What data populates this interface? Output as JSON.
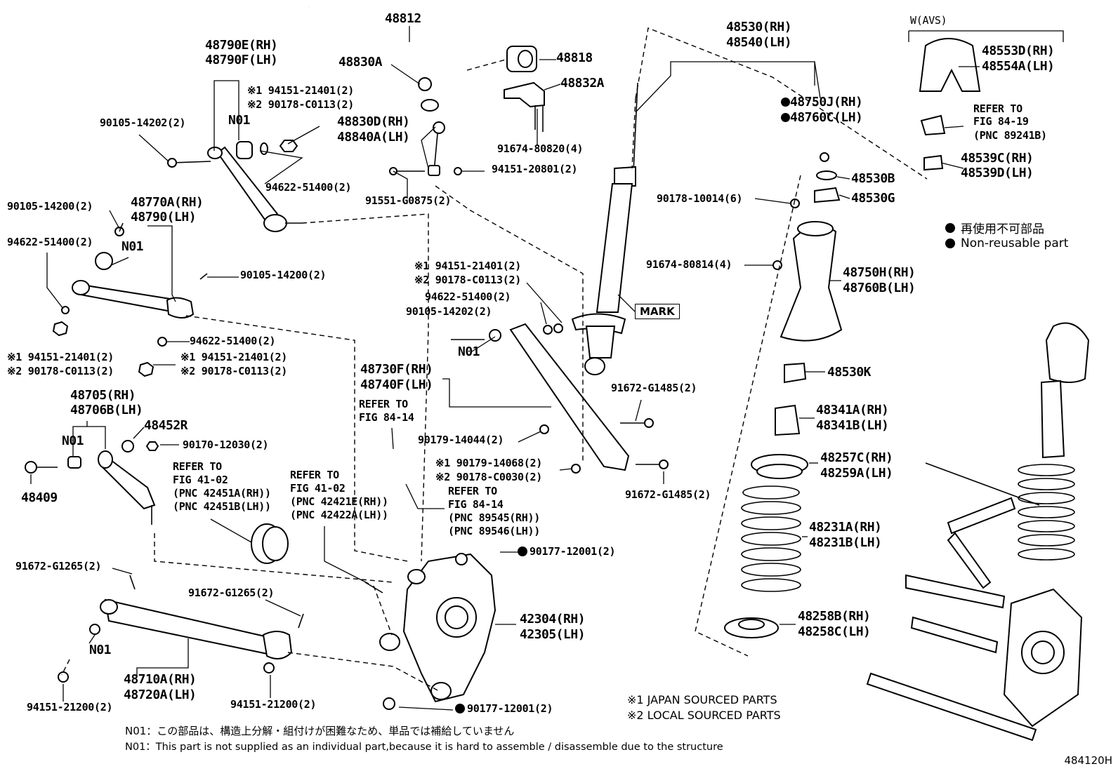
{
  "figure_id": "484120H",
  "legend": {
    "ja": "再使用不可部品",
    "en": "Non-reusable part"
  },
  "avs_label": "W(AVS)",
  "mark_label": "MARK",
  "sourcing_notes": {
    "japan": "※1 JAPAN SOURCED PARTS",
    "local": "※2 LOCAL SOURCED PARTS"
  },
  "footnotes": {
    "ja": "N01：この部品は、構造上分解・組付けが困難なため、単品では補給していません",
    "en": "N01：This part is not supplied as an individual part,because it is hard to assemble / disassemble due to the structure"
  },
  "labels": {
    "p48812": "48812",
    "p48790E": "48790E(RH)",
    "p48790F": "48790F(LH)",
    "p48830A": "48830A",
    "p48818": "48818",
    "p48832A": "48832A",
    "p48530RH": "48530(RH)",
    "p48540LH": "48540(LH)",
    "pWavs1": "48553D(RH)",
    "pWavs2": "48554A(LH)",
    "s1_94151_21401_a": "※1 94151-21401(2)",
    "s2_90178_C0113_a": "※2 90178-C0113(2)",
    "n01_a": "N01",
    "p90105_14202_a": "90105-14202(2)",
    "p48830D": "48830D(RH)",
    "p48840A": "48840A(LH)",
    "p48750J": "48750J(RH)",
    "p48760C": "48760C(LH)",
    "refer_84_19_a": "REFER TO",
    "refer_84_19_b": "FIG 84-19",
    "refer_84_19_c": "(PNC 89241B)",
    "p91674_80820": "91674-80820(4)",
    "p48539C": "48539C(RH)",
    "p48539D": "48539D(LH)",
    "p94622_51400_a": "94622-51400(2)",
    "p94151_20801": "94151-20801(2)",
    "p48530B": "48530B",
    "p90105_14200_a": "90105-14200(2)",
    "p48770A": "48770A(RH)",
    "p48790LH": "48790(LH)",
    "p91551_G0875": "91551-G0875(2)",
    "p90178_10014": "90178-10014(6)",
    "p48530G": "48530G",
    "p94622_51400_b": "94622-51400(2)",
    "n01_b": "N01",
    "p90105_14200_b": "90105-14200(2)",
    "s1_94151_21401_b": "※1 94151-21401(2)",
    "s2_90178_C0113_b": "※2 90178-C0113(2)",
    "p91674_80814": "91674-80814(4)",
    "p48750H": "48750H(RH)",
    "p48760B": "48760B(LH)",
    "p94622_51400_c": "94622-51400(2)",
    "p90105_14202_b": "90105-14202(2)",
    "n01_c": "N01",
    "p94622_51400_d": "94622-51400(2)",
    "s1_94151_21401_c": "※1 94151-21401(2)",
    "s2_90178_C0113_c": "※2 90178-C0113(2)",
    "s1_94151_21401_d": "※1 94151-21401(2)",
    "s2_90178_C0113_d": "※2 90178-C0113(2)",
    "p48730F": "48730F(RH)",
    "p48740F": "48740F(LH)",
    "p48530K": "48530K",
    "p48705": "48705(RH)",
    "p48706B": "48706B(LH)",
    "refer_84_14_a1": "REFER TO",
    "refer_84_14_a2": "FIG 84-14",
    "p91672_G1485_a": "91672-G1485(2)",
    "p48341A": "48341A(RH)",
    "p48341B": "48341B(LH)",
    "n01_d": "N01",
    "p48452R": "48452R",
    "p90170_12030": "90170-12030(2)",
    "p90179_14044": "90179-14044(2)",
    "p48257C": "48257C(RH)",
    "p48259A": "48259A(LH)",
    "s1_90179_14068": "※1 90179-14068(2)",
    "s2_90178_C0030": "※2 90178-C0030(2)",
    "p48409": "48409",
    "refer_41_02_a1": "REFER TO",
    "refer_41_02_a2": "FIG 41-02",
    "refer_41_02_a3": "(PNC 42451A(RH))",
    "refer_41_02_a4": "(PNC 42451B(LH))",
    "refer_41_02_b1": "REFER TO",
    "refer_41_02_b2": "FIG 41-02",
    "refer_41_02_b3": "(PNC 42421E(RH))",
    "refer_41_02_b4": "(PNC 42422A(LH))",
    "refer_84_14_b1": "REFER TO",
    "refer_84_14_b2": "FIG 84-14",
    "refer_84_14_b3": "(PNC 89545(RH))",
    "refer_84_14_b4": "(PNC 89546(LH))",
    "p91672_G1485_b": "91672-G1485(2)",
    "p48231A": "48231A(RH)",
    "p48231B": "48231B(LH)",
    "p90177_12001_a": "90177-12001(2)",
    "p91672_G1265_a": "91672-G1265(2)",
    "p91672_G1265_b": "91672-G1265(2)",
    "p42304": "42304(RH)",
    "p42305": "42305(LH)",
    "p48258B": "48258B(RH)",
    "p48258C": "48258C(LH)",
    "n01_e": "N01",
    "p48710A": "48710A(RH)",
    "p48720A": "48720A(LH)",
    "p94151_21200_a": "94151-21200(2)",
    "p94151_21200_b": "94151-21200(2)",
    "p90177_12001_b": "90177-12001(2)"
  }
}
